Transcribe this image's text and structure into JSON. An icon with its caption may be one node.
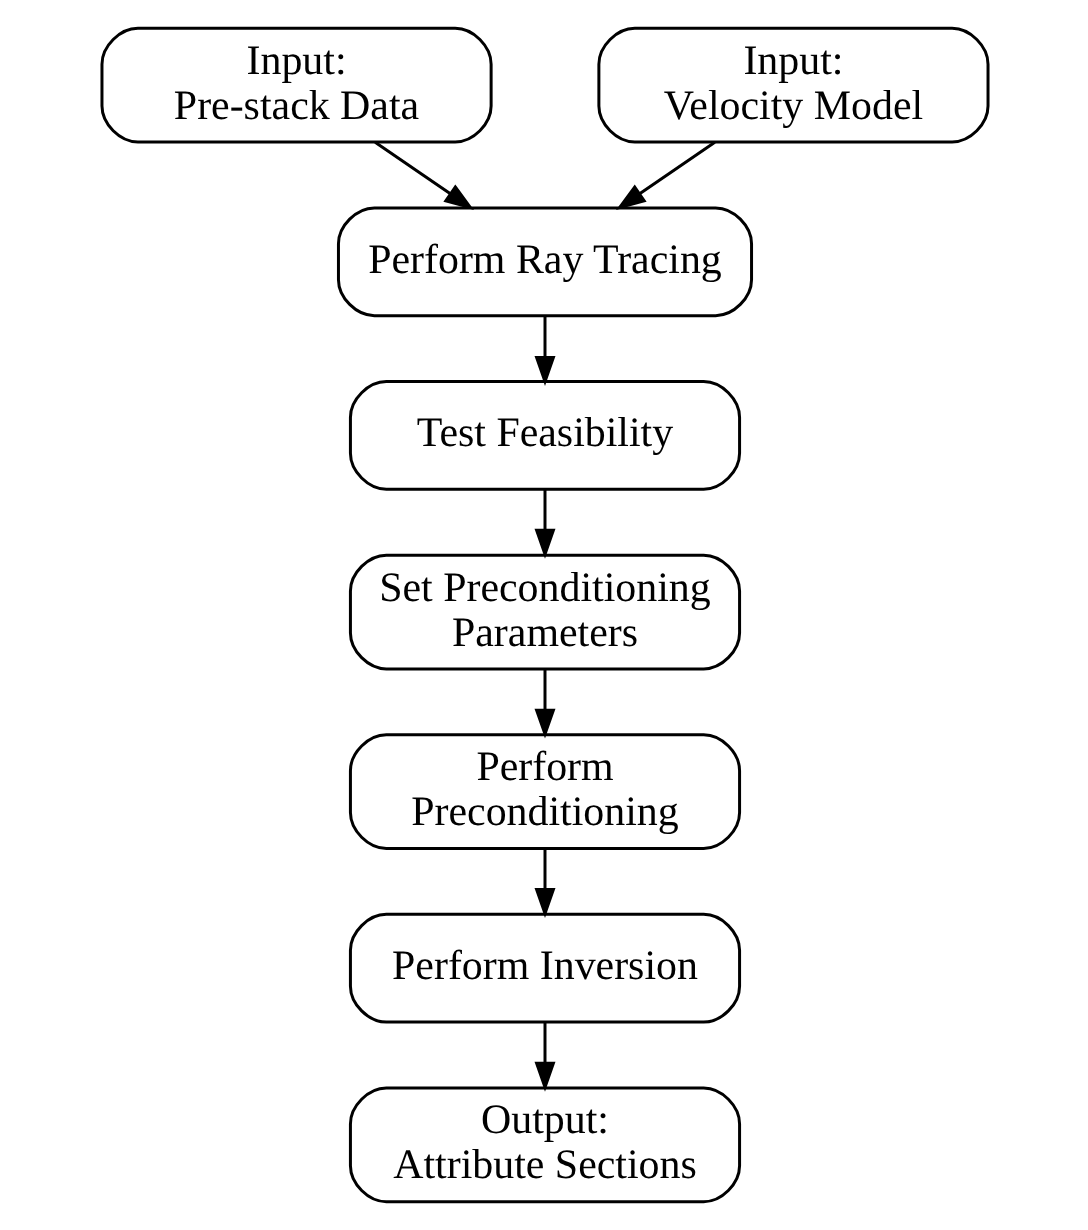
{
  "diagram": {
    "nodes": [
      {
        "text": [
          "Input:",
          "Pre-stack Data"
        ]
      },
      {
        "text": [
          "Input:",
          "Velocity Model"
        ]
      },
      {
        "text": [
          "Perform Ray Tracing"
        ]
      },
      {
        "text": [
          "Test Feasibility"
        ]
      },
      {
        "text": [
          "Set Preconditioning Parameters"
        ]
      },
      {
        "text": [
          "Perform Preconditioning"
        ]
      },
      {
        "text": [
          "Perform Inversion"
        ]
      },
      {
        "text": [
          "Output:",
          "Attribute Sections"
        ]
      }
    ],
    "edges": [
      {
        "from": 0,
        "to": 2,
        "arrow": "to"
      },
      {
        "from": 1,
        "to": 2,
        "arrow": "to"
      },
      {
        "from": 2,
        "to": 3,
        "arrow": "to"
      },
      {
        "from": 3,
        "to": 4,
        "arrow": "to"
      },
      {
        "from": 4,
        "to": 5,
        "arrow": "to"
      },
      {
        "from": 5,
        "to": 6,
        "arrow": "to"
      },
      {
        "from": 6,
        "to": 7,
        "arrow": "to"
      }
    ]
  }
}
